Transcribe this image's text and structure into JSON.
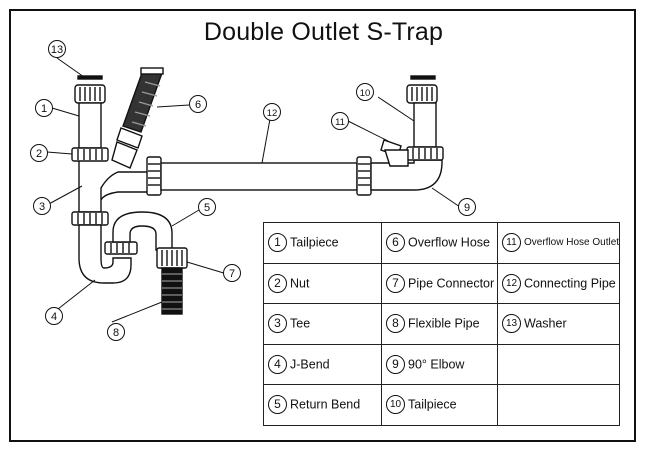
{
  "title": "Double Outlet S-Trap",
  "callouts": [
    "13",
    "1",
    "2",
    "3",
    "4",
    "5",
    "6",
    "7",
    "8",
    "9",
    "10",
    "11",
    "12"
  ],
  "legend": [
    [
      {
        "num": "1",
        "label": "Tailpiece"
      },
      {
        "num": "6",
        "label": "Overflow Hose"
      },
      {
        "num": "11",
        "label": "Overflow Hose Outlet"
      }
    ],
    [
      {
        "num": "2",
        "label": "Nut"
      },
      {
        "num": "7",
        "label": "Pipe Connector"
      },
      {
        "num": "12",
        "label": "Connecting Pipe"
      }
    ],
    [
      {
        "num": "3",
        "label": "Tee"
      },
      {
        "num": "8",
        "label": "Flexible Pipe"
      },
      {
        "num": "13",
        "label": "Washer"
      }
    ],
    [
      {
        "num": "4",
        "label": "J-Bend"
      },
      {
        "num": "9",
        "label": "90° Elbow"
      },
      {
        "num": "",
        "label": ""
      }
    ],
    [
      {
        "num": "5",
        "label": "Return Bend"
      },
      {
        "num": "10",
        "label": "Tailpiece"
      },
      {
        "num": "",
        "label": ""
      }
    ]
  ]
}
